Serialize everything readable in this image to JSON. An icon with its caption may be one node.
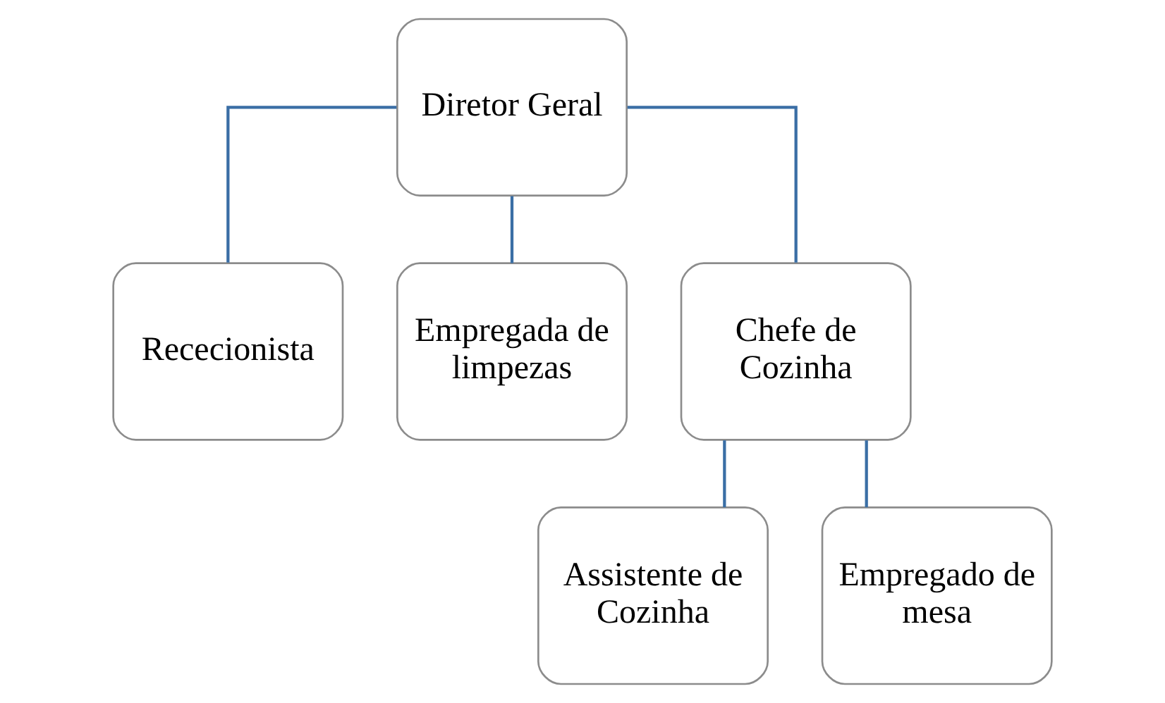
{
  "diagram": {
    "nodes": [
      {
        "text": [
          "Diretor Geral"
        ]
      },
      {
        "text": [
          "Rececionista"
        ]
      },
      {
        "text": [
          "Empregada de limpezas"
        ]
      },
      {
        "text": [
          "Chefe de Cozinha"
        ]
      },
      {
        "text": [
          "Assistente de Cozinha"
        ]
      },
      {
        "text": [
          "Empregado de mesa"
        ]
      }
    ],
    "edges": [
      {
        "from": 0,
        "to": 1,
        "arrow": "none"
      },
      {
        "from": 0,
        "to": 2,
        "arrow": "none"
      },
      {
        "from": 0,
        "to": 3,
        "arrow": "none"
      },
      {
        "from": 3,
        "to": 4,
        "arrow": "none"
      },
      {
        "from": 3,
        "to": 5,
        "arrow": "none"
      }
    ]
  }
}
